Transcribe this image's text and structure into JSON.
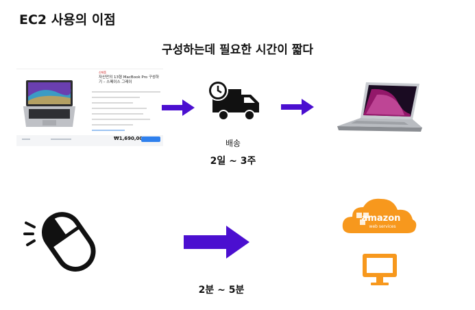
{
  "title": "EC2 사용의 이점",
  "subtitle": "구성하는데 필요한 시간이 짧다",
  "top_flow": {
    "product_card": {
      "tag": "신제품",
      "name": "자신만의 13형 MacBook Pro 구성하기 – 스페이스 그레이",
      "price": "₩1,690,000"
    },
    "delivery_label": "배송",
    "delivery_time": "2일 ~ 3주"
  },
  "bottom_flow": {
    "cloud_brand": "amazon",
    "cloud_subtext": "web services",
    "launch_time": "2분 ~ 5분"
  },
  "colors": {
    "arrow": "#4b0fd0",
    "aws_orange": "#f7981d",
    "text": "#111111"
  },
  "icons": [
    "laptop-icon",
    "delivery-truck-icon",
    "mouse-click-icon",
    "aws-cloud-icon",
    "monitor-icon"
  ]
}
